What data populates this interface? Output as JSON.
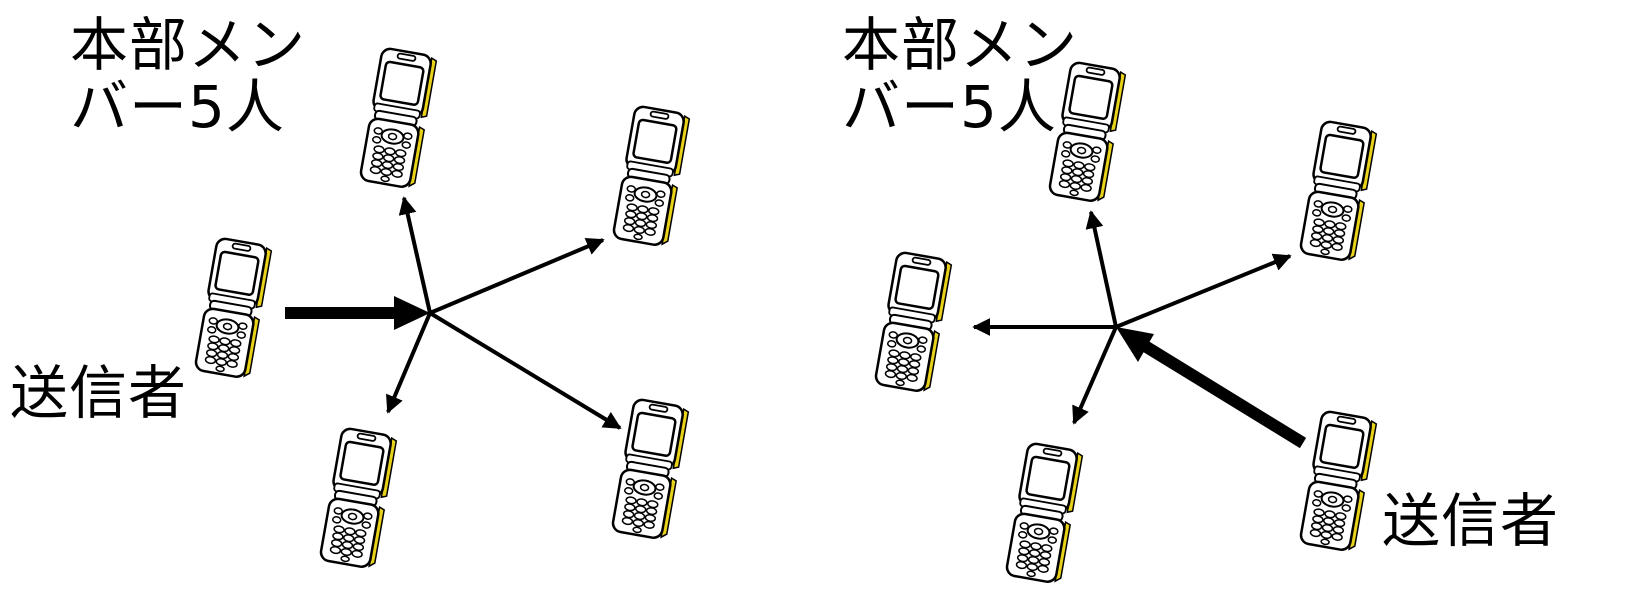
{
  "panels": [
    {
      "members_label": "本部メン\nバー5人",
      "sender_label": "送信者"
    },
    {
      "members_label": "本部メン\nバー5人",
      "sender_label": "送信者"
    }
  ],
  "colors": {
    "stroke": "#000000",
    "phone_body": "#ffffff",
    "phone_accent": "#e8d21a"
  },
  "icons": {
    "device": "flip-phone-icon"
  }
}
